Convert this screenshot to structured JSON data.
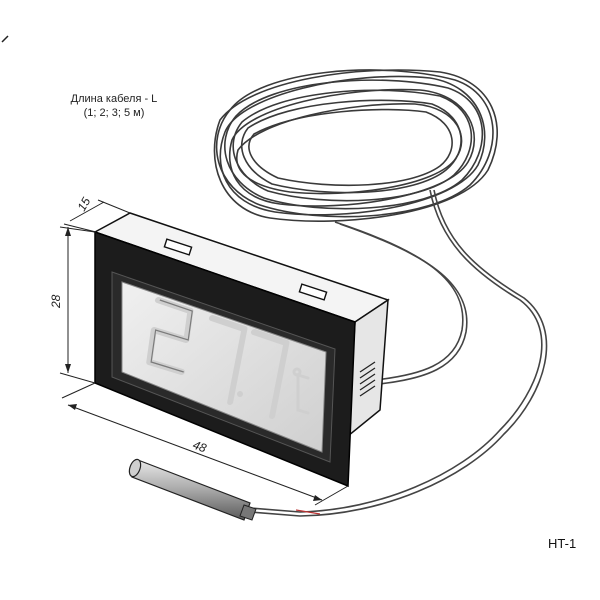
{
  "cable_note": {
    "line1": "Длина кабеля -  L",
    "line2": "(1; 2; 3; 5 м)"
  },
  "dimensions": {
    "depth": "15",
    "height": "28",
    "width": "48"
  },
  "display": {
    "reading": "27.7",
    "unit_symbol": "°C"
  },
  "model": "HT-1",
  "colors": {
    "body": "#1a1a1a",
    "screen": "#dcdcdc",
    "cable": "#444444",
    "probe": "#9a9a9a"
  }
}
